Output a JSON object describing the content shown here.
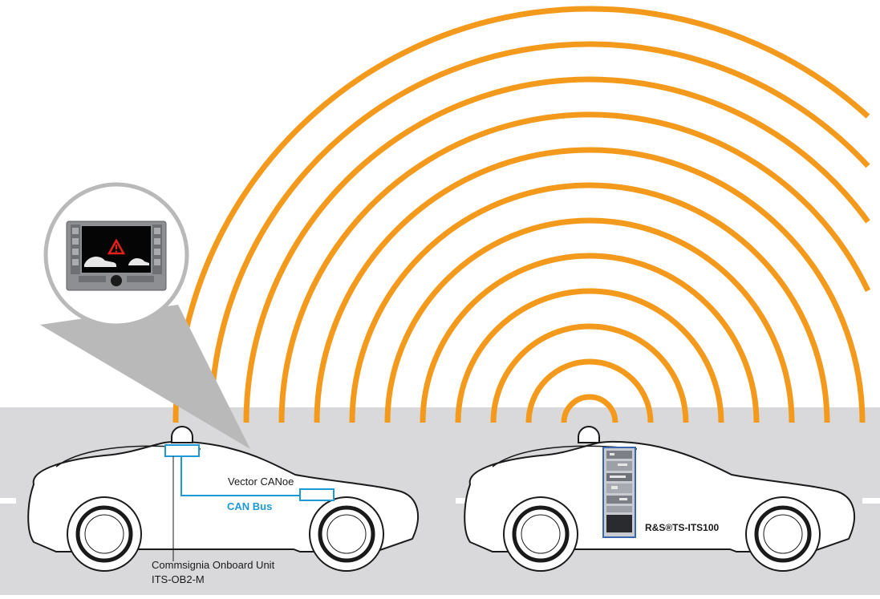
{
  "labels": {
    "vector_canoe": "Vector CANoe",
    "can_bus": "CAN Bus",
    "obu_line1": "Commsignia Onboard Unit",
    "obu_line2": "ITS-OB2-M",
    "tester": "R&S®TS-ITS100"
  },
  "colors": {
    "road": "#d9d9db",
    "road_marking": "#ffffff",
    "signal_waves": "#f39a1d",
    "can_bus": "#1d9ad6",
    "car_outline": "#1a1a1a",
    "zoom_callout": "#b9b9b9",
    "display_warning": "#e8201c"
  },
  "icons": {
    "zoom_display": "car-display-warning-icon",
    "tester_rack": "test-rack-icon",
    "antenna": "roof-antenna-icon"
  }
}
